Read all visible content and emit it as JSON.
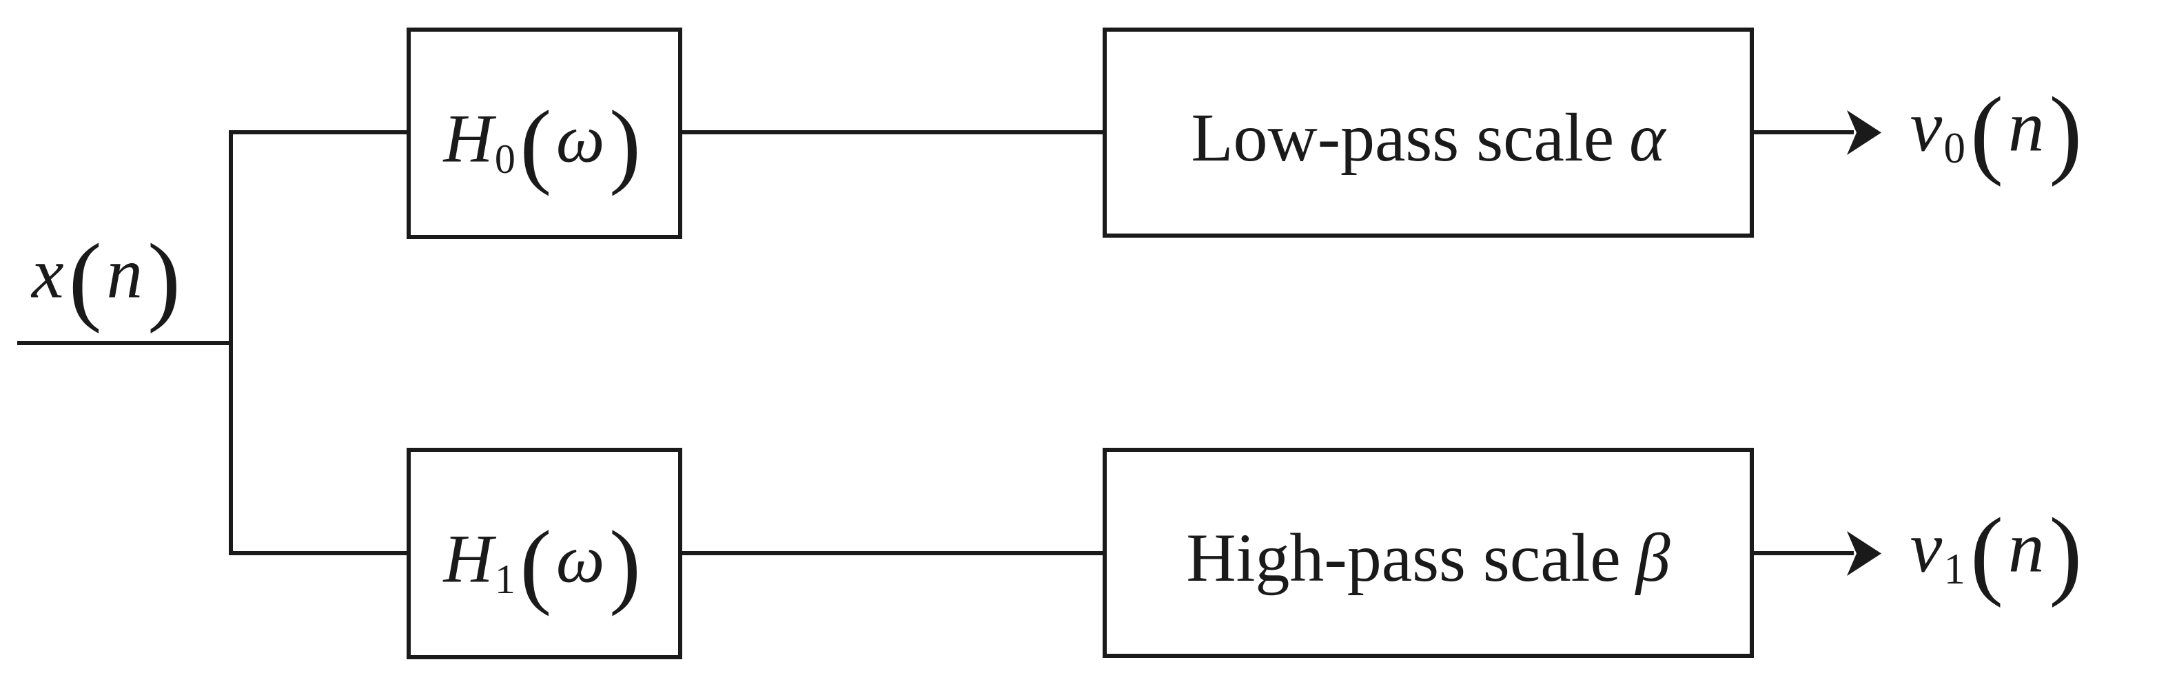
{
  "figure": {
    "colors": {
      "ink": "#1a1a1a",
      "background": "#ffffff"
    },
    "input_label": {
      "base": "x",
      "open": "(",
      "arg": "n",
      "close": ")"
    },
    "branches": [
      {
        "filter_label": {
          "base": "H",
          "sub": "0",
          "open": "(",
          "arg": "ω",
          "close": ")"
        },
        "process_label": {
          "text": "Low-pass scale",
          "symbol": "α"
        },
        "output_label": {
          "base": "v",
          "sub": "0",
          "open": "(",
          "arg": "n",
          "close": ")"
        }
      },
      {
        "filter_label": {
          "base": "H",
          "sub": "1",
          "open": "(",
          "arg": "ω",
          "close": ")"
        },
        "process_label": {
          "text": "High-pass scale",
          "symbol": "β"
        },
        "output_label": {
          "base": "v",
          "sub": "1",
          "open": "(",
          "arg": "n",
          "close": ")"
        }
      }
    ]
  }
}
